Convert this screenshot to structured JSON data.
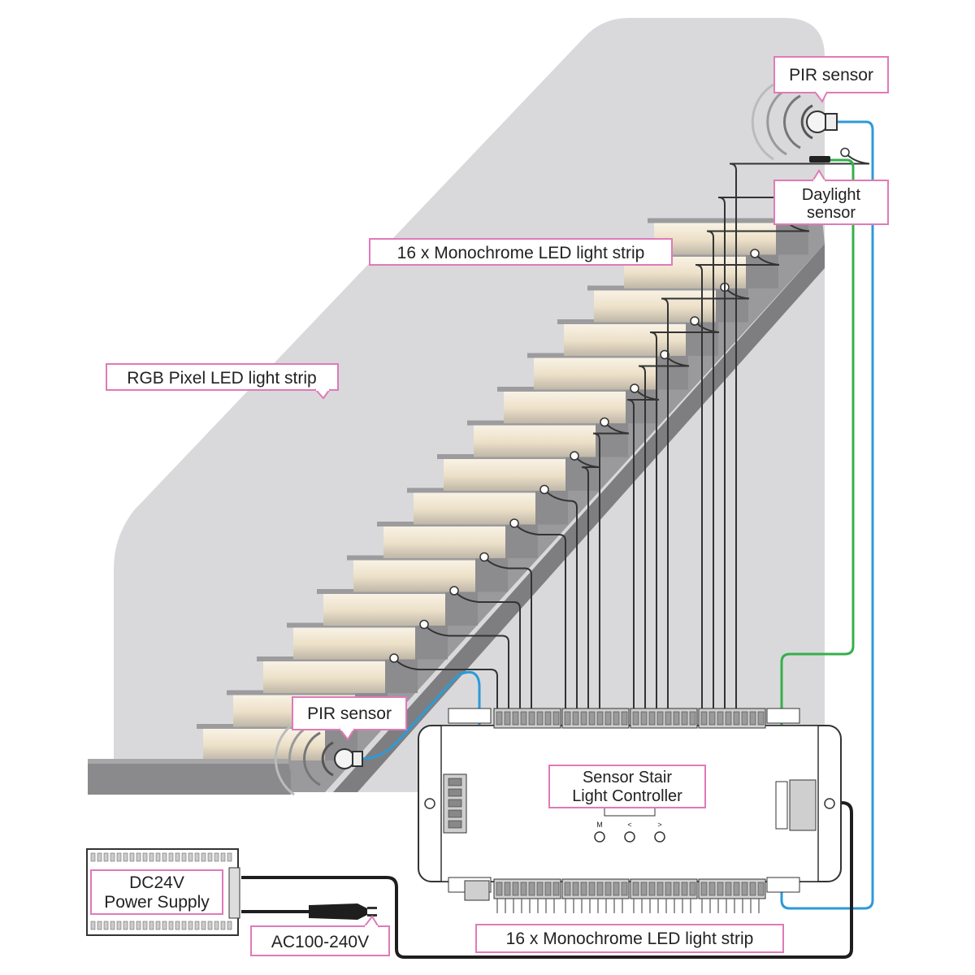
{
  "labels": {
    "pir_top": "PIR sensor",
    "daylight_line1": "Daylight",
    "daylight_line2": "sensor",
    "mono_top": "16 x Monochrome LED light strip",
    "rgb_strip": "RGB Pixel LED light strip",
    "pir_bottom": "PIR sensor",
    "controller_line1": "Sensor Stair",
    "controller_line2": "Light Controller",
    "psu_line1": "DC24V",
    "psu_line2": "Power Supply",
    "ac_input": "AC100-240V",
    "mono_bottom": "16 x Monochrome LED light strip"
  },
  "controller_buttons": [
    "M",
    "<",
    ">"
  ],
  "colors": {
    "label_border": "#e07ab8",
    "wall": "#d9d9db",
    "stair_side": "#808082",
    "pir_wire": "#2d9ad8",
    "daylight_wire": "#35b04a",
    "power_wire": "#1e1e1e",
    "strip_glow": "#f3e9d6"
  },
  "step_count": 16
}
